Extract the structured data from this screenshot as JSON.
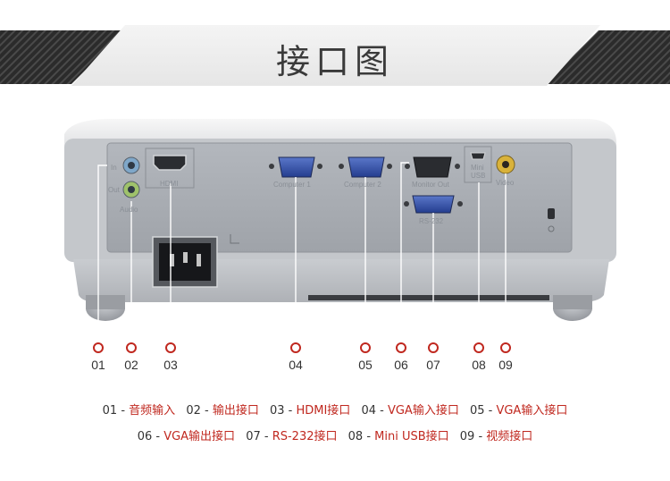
{
  "title": "接口图",
  "port_labels": {
    "in": "In",
    "out": "Out",
    "audio": "Audio",
    "hdmi": "HDMI",
    "computer1": "Computer 1",
    "computer2": "Computer 2",
    "monitor_out": "Monitor Out",
    "rs232": "RS-232",
    "mini": "Mini",
    "usb": "USB",
    "video": "Video"
  },
  "callouts": [
    "01",
    "02",
    "03",
    "04",
    "05",
    "06",
    "07",
    "08",
    "09"
  ],
  "legend": {
    "row1": [
      {
        "code": "01 - ",
        "desc": "音频输入"
      },
      {
        "code": "02 - ",
        "desc": "输出接口"
      },
      {
        "code": "03 - ",
        "desc": "HDMI接口"
      },
      {
        "code": "04 - ",
        "desc": "VGA输入接口"
      },
      {
        "code": "05 - ",
        "desc": "VGA输入接口"
      }
    ],
    "row2": [
      {
        "code": "06 - ",
        "desc": "VGA输出接口"
      },
      {
        "code": "07 - ",
        "desc": "RS-232接口"
      },
      {
        "code": "08 - ",
        "desc": "Mini USB接口"
      },
      {
        "code": "09 - ",
        "desc": "视频接口"
      }
    ]
  },
  "colors": {
    "accent": "#c0281f",
    "banner_stripe": "#2b2b2b",
    "body_gray": "#a7abb1"
  }
}
